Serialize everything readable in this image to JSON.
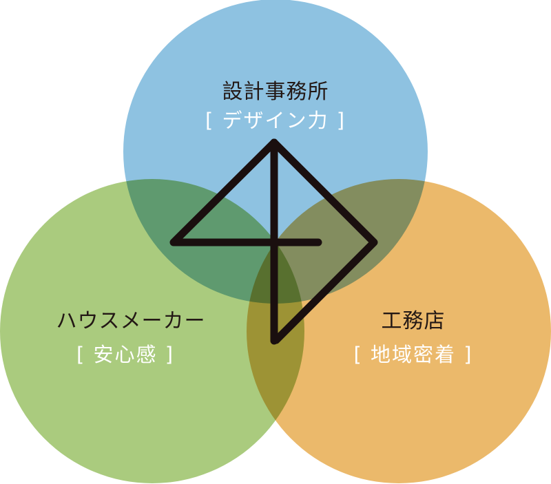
{
  "diagram": {
    "type": "venn",
    "circles": [
      {
        "id": "design",
        "title": "設計事務所",
        "subtitle": "[ デザイン力 ]",
        "color": "#8ec2e1"
      },
      {
        "id": "maker",
        "title": "ハウスメーカー",
        "subtitle": "[ 安心感 ]",
        "color": "#aacb7e"
      },
      {
        "id": "builder",
        "title": "工務店",
        "subtitle": "[ 地域密着 ]",
        "color": "#ebb96b"
      }
    ],
    "logo_color": "#1a0f0f"
  }
}
